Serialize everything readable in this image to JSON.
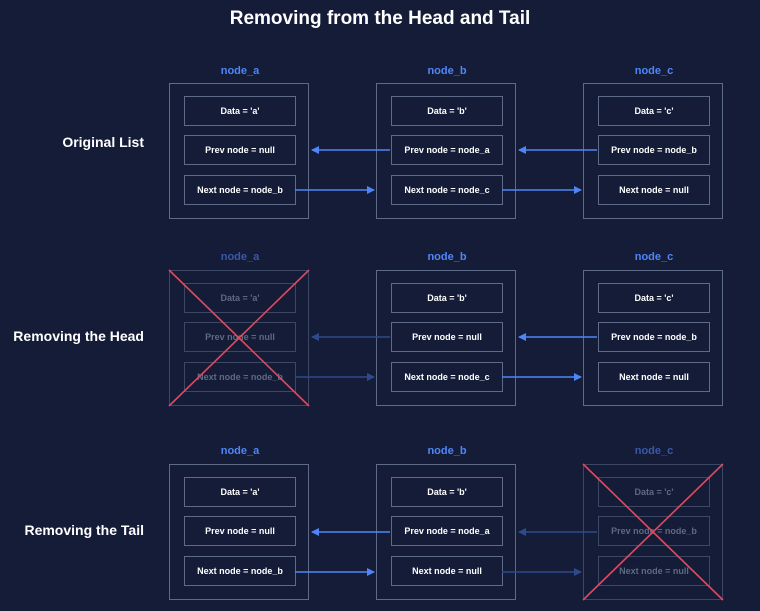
{
  "title": "Removing from the Head and Tail",
  "colors": {
    "background": "#141c38",
    "node_name": "#4f86f7",
    "arrow": "#4f86f7",
    "arrow_dim": "#2f4a8c",
    "border": "#5d6a88",
    "cross": "#e04a5f"
  },
  "rows": [
    {
      "label": "Original List",
      "nodes": [
        {
          "name": "node_a",
          "data": "Data = 'a'",
          "prev": "Prev node = null",
          "next": "Next node = node_b"
        },
        {
          "name": "node_b",
          "data": "Data = 'b'",
          "prev": "Prev node = node_a",
          "next": "Next node = node_c"
        },
        {
          "name": "node_c",
          "data": "Data = 'c'",
          "prev": "Prev node = node_b",
          "next": "Next node = null"
        }
      ]
    },
    {
      "label": "Removing the Head",
      "nodes": [
        {
          "name": "node_a",
          "data": "Data = 'a'",
          "prev": "Prev node = null",
          "next": "Next node = node_b"
        },
        {
          "name": "node_b",
          "data": "Data = 'b'",
          "prev": "Prev node = null",
          "next": "Next node = node_c"
        },
        {
          "name": "node_c",
          "data": "Data = 'c'",
          "prev": "Prev node = node_b",
          "next": "Next node = null"
        }
      ]
    },
    {
      "label": "Removing the Tail",
      "nodes": [
        {
          "name": "node_a",
          "data": "Data = 'a'",
          "prev": "Prev node = null",
          "next": "Next node = node_b"
        },
        {
          "name": "node_b",
          "data": "Data = 'b'",
          "prev": "Prev node = node_a",
          "next": "Next node = null"
        },
        {
          "name": "node_c",
          "data": "Data = 'c'",
          "prev": "Prev node = node_b",
          "next": "Next node = null"
        }
      ]
    }
  ]
}
